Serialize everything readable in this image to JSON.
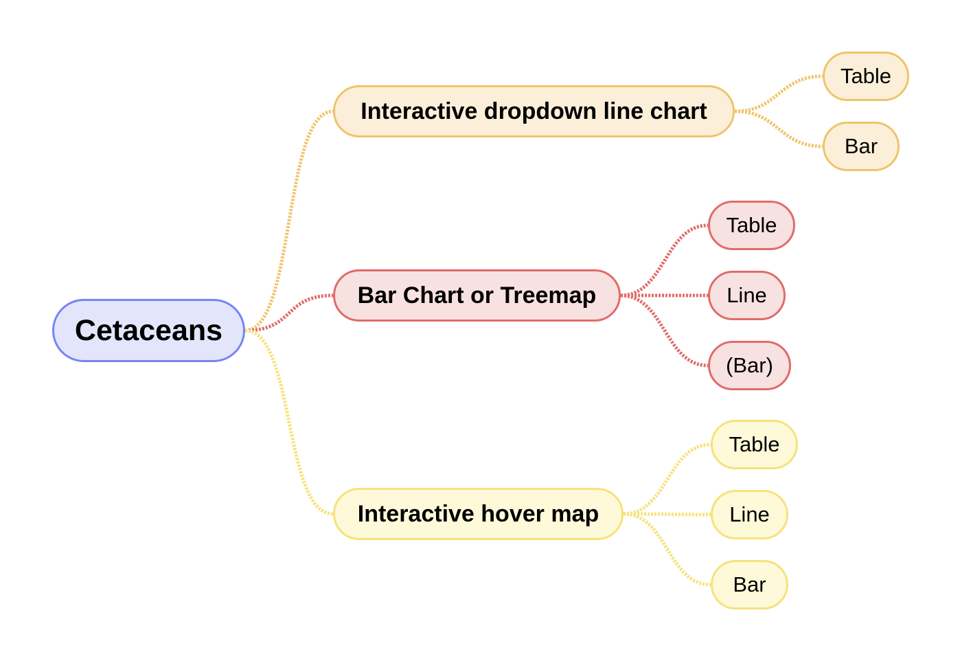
{
  "diagram": {
    "root": {
      "label": "Cetaceans",
      "fill": "#e3e5fb",
      "border": "#7585f2"
    },
    "branches": [
      {
        "label": "Interactive dropdown line chart",
        "fill": "#fcefd9",
        "border": "#f0c46a",
        "edge": "#f0c46a",
        "children": [
          "Table",
          "Bar"
        ]
      },
      {
        "label": "Bar Chart or Treemap",
        "fill": "#f7e2e1",
        "border": "#e06c6a",
        "edge": "#e06c6a",
        "children": [
          "Table",
          "Line",
          "(Bar)"
        ]
      },
      {
        "label": "Interactive hover map",
        "fill": "#fdf9d9",
        "border": "#f7e27a",
        "edge": "#f7e27a",
        "children": [
          "Table",
          "Line",
          "Bar"
        ]
      }
    ]
  }
}
